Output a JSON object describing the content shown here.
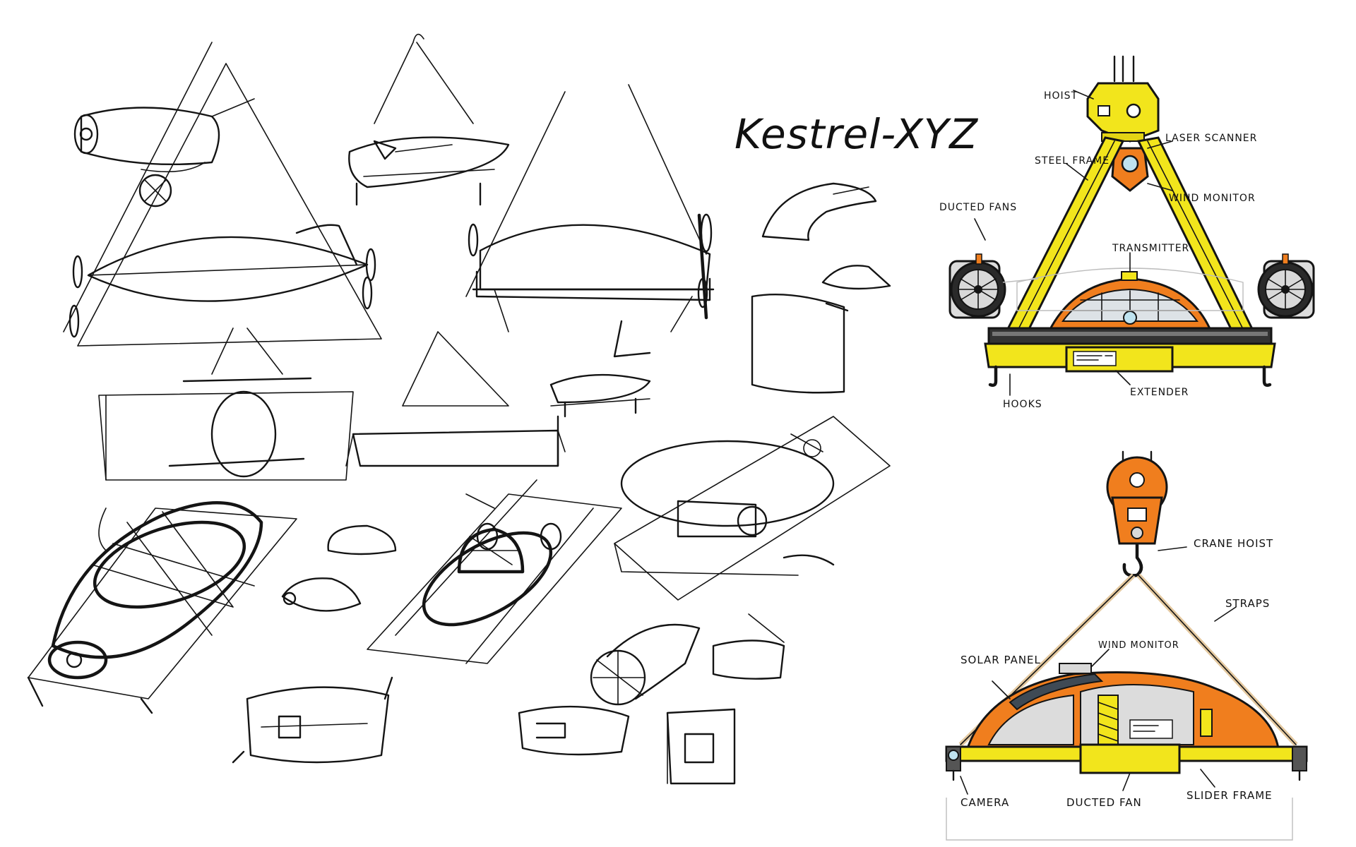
{
  "title": "Kestrel-XYZ",
  "colors": {
    "frame_yellow": "#f2e51c",
    "body_orange": "#f07e1e",
    "ink": "#141414",
    "pale_grey": "#dcdcdc"
  },
  "top_render_labels": {
    "hoist": "HOIST",
    "laser_scanner": "LASER SCANNER",
    "steel_frame": "STEEL FRAME",
    "wind_monitor": "WIND MONITOR",
    "ducted_fans": "DUCTED FANS",
    "transmitter": "TRANSMITTER",
    "hooks": "HOOKS",
    "extender": "EXTENDER"
  },
  "bottom_render_labels": {
    "crane_hoist": "CRANE HOIST",
    "straps": "STRAPS",
    "solar_panel": "SOLAR PANEL",
    "wind_monitor": "WIND MONITOR",
    "camera": "CAMERA",
    "ducted_fan": "DUCTED FAN",
    "slider_frame": "SLIDER FRAME"
  }
}
